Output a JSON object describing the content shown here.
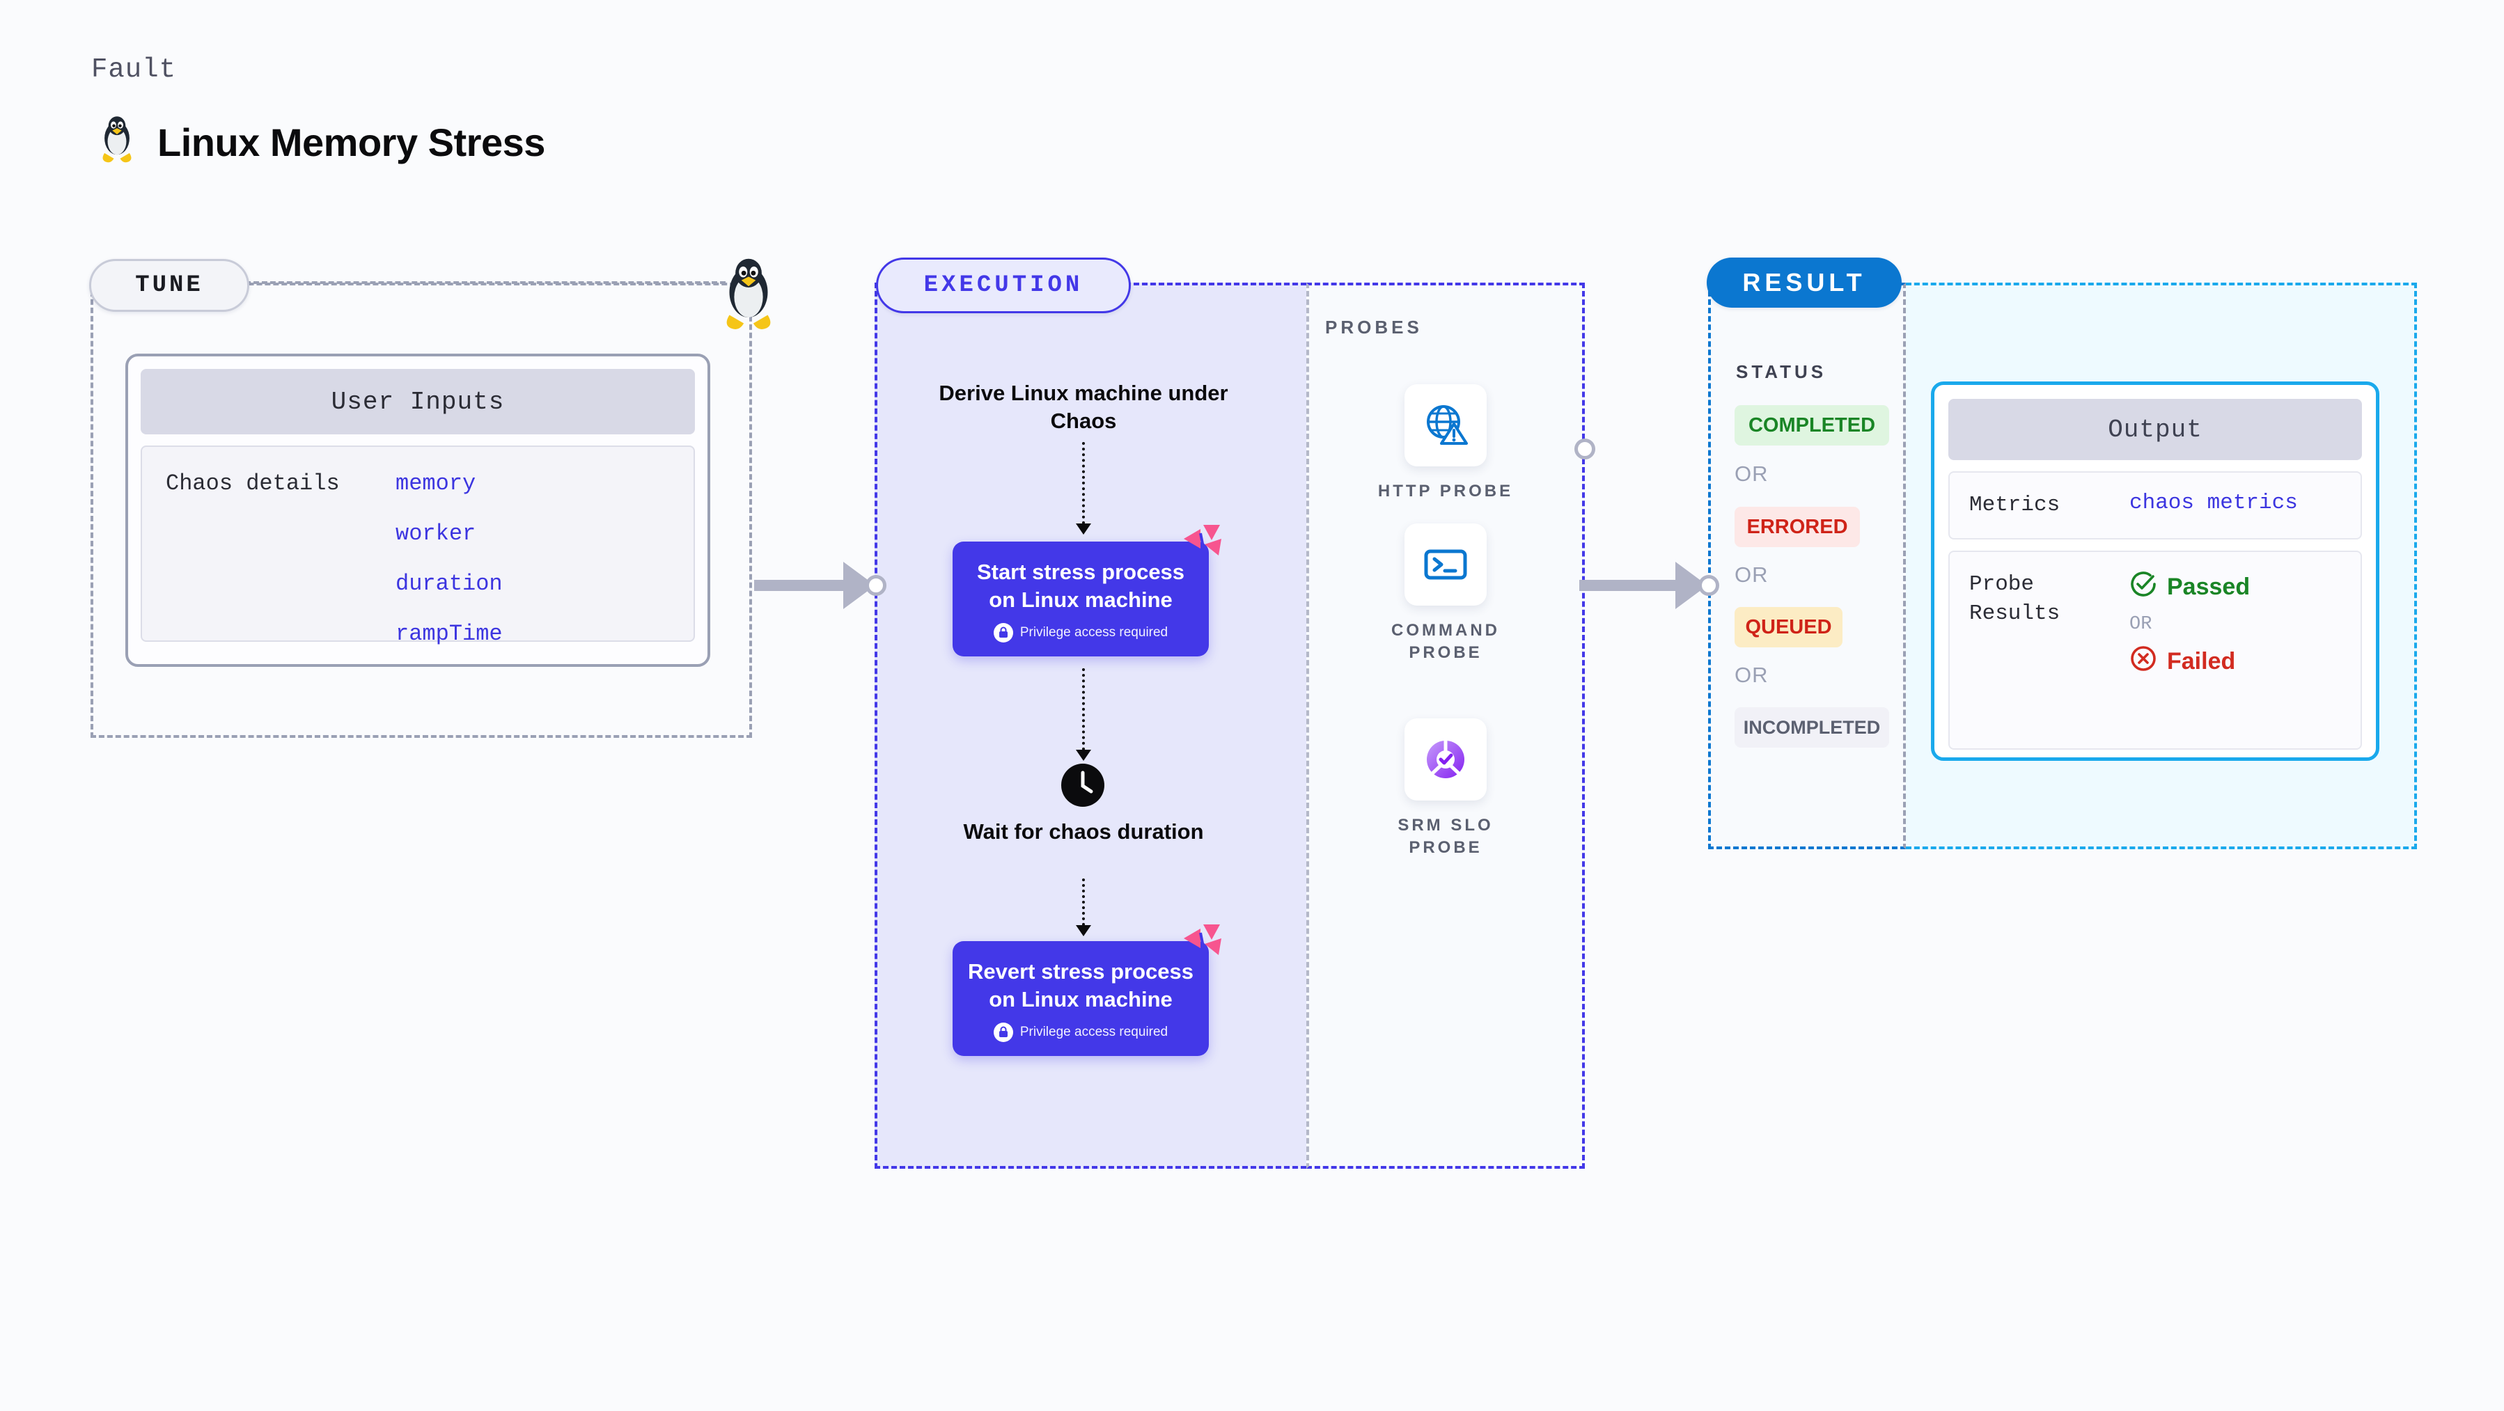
{
  "header": {
    "kicker": "Fault",
    "title": "Linux Memory Stress",
    "logo_icon": "linux-penguin-icon"
  },
  "tune": {
    "pill_label": "TUNE",
    "penguin_icon": "linux-penguin-icon",
    "user_inputs": {
      "header": "User Inputs",
      "row_label": "Chaos details",
      "params": [
        "memory",
        "worker",
        "duration",
        "rampTime"
      ]
    }
  },
  "execution": {
    "pill_label": "EXECUTION",
    "steps": [
      {
        "kind": "text",
        "label": "Derive Linux machine under Chaos"
      },
      {
        "kind": "card",
        "title": "Start stress process on Linux machine",
        "subtitle": "Privilege access required",
        "lock_icon": "lock-icon",
        "corner_icon": "litmus-logo-icon"
      },
      {
        "kind": "text",
        "label": "Wait for chaos duration",
        "icon": "clock-icon"
      },
      {
        "kind": "card",
        "title": "Revert stress process on Linux machine",
        "subtitle": "Privilege access required",
        "lock_icon": "lock-icon",
        "corner_icon": "litmus-logo-icon"
      }
    ]
  },
  "probes": {
    "section_label": "PROBES",
    "items": [
      {
        "label": "HTTP PROBE",
        "icon": "globe-warning-icon"
      },
      {
        "label": "COMMAND PROBE",
        "icon": "terminal-icon"
      },
      {
        "label": "SRM SLO PROBE",
        "icon": "slo-check-icon"
      }
    ]
  },
  "result": {
    "pill_label": "RESULT",
    "status_label": "STATUS",
    "or_label": "OR",
    "statuses": [
      {
        "label": "COMPLETED",
        "bg": "#dff5e0",
        "fg": "#1a8526"
      },
      {
        "label": "ERRORED",
        "bg": "#fde8e7",
        "fg": "#cf2318"
      },
      {
        "label": "QUEUED",
        "bg": "#fcecc4",
        "fg": "#cf2318"
      },
      {
        "label": "INCOMPLETED",
        "bg": "#f1f1f7",
        "fg": "#5b6070"
      }
    ]
  },
  "output": {
    "header": "Output",
    "metrics_label": "Metrics",
    "metrics_value": "chaos metrics",
    "probe_results_label": "Probe Results",
    "probe_passed": "Passed",
    "probe_failed": "Failed",
    "probe_or": "OR",
    "pass_icon": "check-circle-icon",
    "fail_icon": "x-circle-icon"
  },
  "colors": {
    "accent_purple": "#4338e8",
    "accent_blue": "#0b77d0",
    "accent_cyan": "#1aa9ec",
    "pink": "#f7558f",
    "muted": "#9aa0b4"
  }
}
